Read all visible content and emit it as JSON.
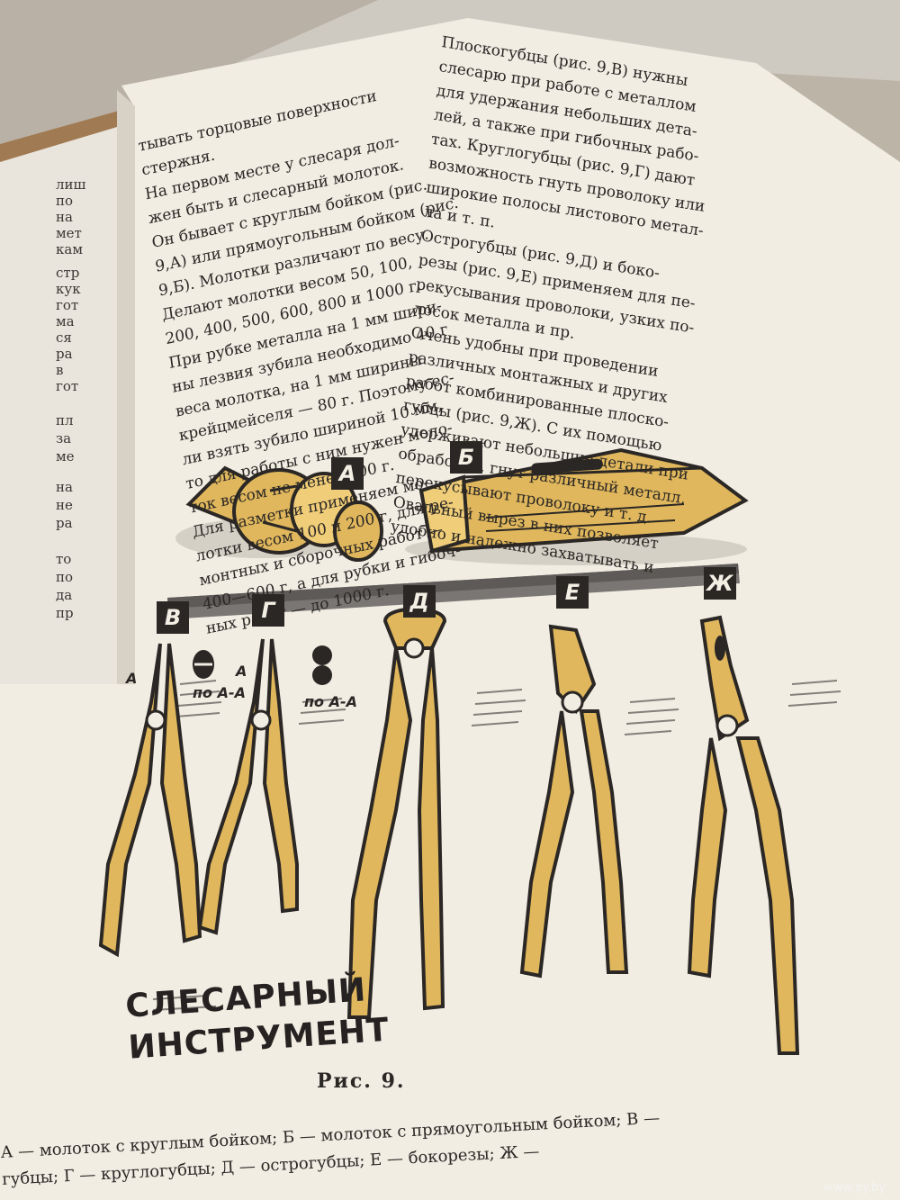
{
  "left_column": [
    "тывать торцовые поверхности",
    "стержня.",
    "На первом месте у слесаря дол-",
    "жен быть и слесарный молоток.",
    "Он бывает с круглым бойком (рис.",
    "9,А) или прямоугольным бойком (рис.",
    "9,Б). Молотки различают по весу.",
    "Делают молотки весом 50, 100,",
    "200, 400, 500, 600, 800 и 1000 г.",
    "При рубке металла на 1 мм шири-",
    "ны лезвия зубила необходимо 40 г",
    "веса молотка, на 1 мм ширины",
    "крейцмейселя — 80 г. Поэтому ес-",
    "ли взять зубило шириной 10 мм,",
    "то для работы с ним нужен моло-",
    "ток весом не менее 400 г.",
    "Для разметки применяем мо-",
    "лотки весом 100 и 200 г, для ре-",
    "монтных и сборочных работ —",
    "400—600 г, а для рубки и гибоч-",
    "ных работ — до 1000 г."
  ],
  "right_column": [
    "Плоскогубцы (рис. 9,В) нужны",
    "слесарю при работе с металлом",
    "для удержания небольших дета-",
    "лей, а также при гибочных рабо-",
    "тах. Круглогубцы (рис. 9,Г) дают",
    "возможность гнуть проволоку или",
    "широкие полосы листового метал-",
    "ла и т. п.",
    "Острогубцы (рис. 9,Д) и боко-",
    "резы (рис. 9,Е) применяем для пе-",
    "рекусывания проволоки, узких по-",
    "лосок металла и пр.",
    "Очень удобны при проведении",
    "различных монтажных и других",
    "работ комбинированные плоско-",
    "губцы (рис. 9,Ж). С их помощью",
    "удерживают небольшие детали при",
    "обработке, гнут различный металл,",
    "перекусывают проволоку и т. д.",
    "Овальный вырез в них позволяет",
    "удобно и надежно захватывать и"
  ],
  "left_page_fragments": [
    "лиш",
    "по",
    "на",
    "мет",
    "кам",
    "стр",
    "кук",
    "гот",
    "ма",
    "ся",
    "ра",
    "в",
    "гот",
    "пл",
    "за",
    "ме",
    "на",
    "не",
    "ра",
    "то",
    "по",
    "да",
    "пр"
  ],
  "tool_labels": [
    "А",
    "Б",
    "В",
    "Г",
    "Д",
    "Е",
    "Ж"
  ],
  "section_labels": {
    "a_marker": "А",
    "section_text": "по А-А"
  },
  "illustration_title": "СЛЕСАРНЫЙ ИНСТРУМЕНТ",
  "figure_caption": {
    "title": "Рис. 9.",
    "lines": [
      "А — молоток с круглым бойком; Б — молоток с прямоугольным бойком; В —",
      "губцы; Г — круглогубцы; Д — острогубцы; Е — бокорезы; Ж —"
    ]
  },
  "watermark": "www.ay.by",
  "colors": {
    "paper": "#f1ede3",
    "ink": "#2a2725",
    "tool_yellow": "#e0b75c",
    "background": "#cfcac1"
  }
}
